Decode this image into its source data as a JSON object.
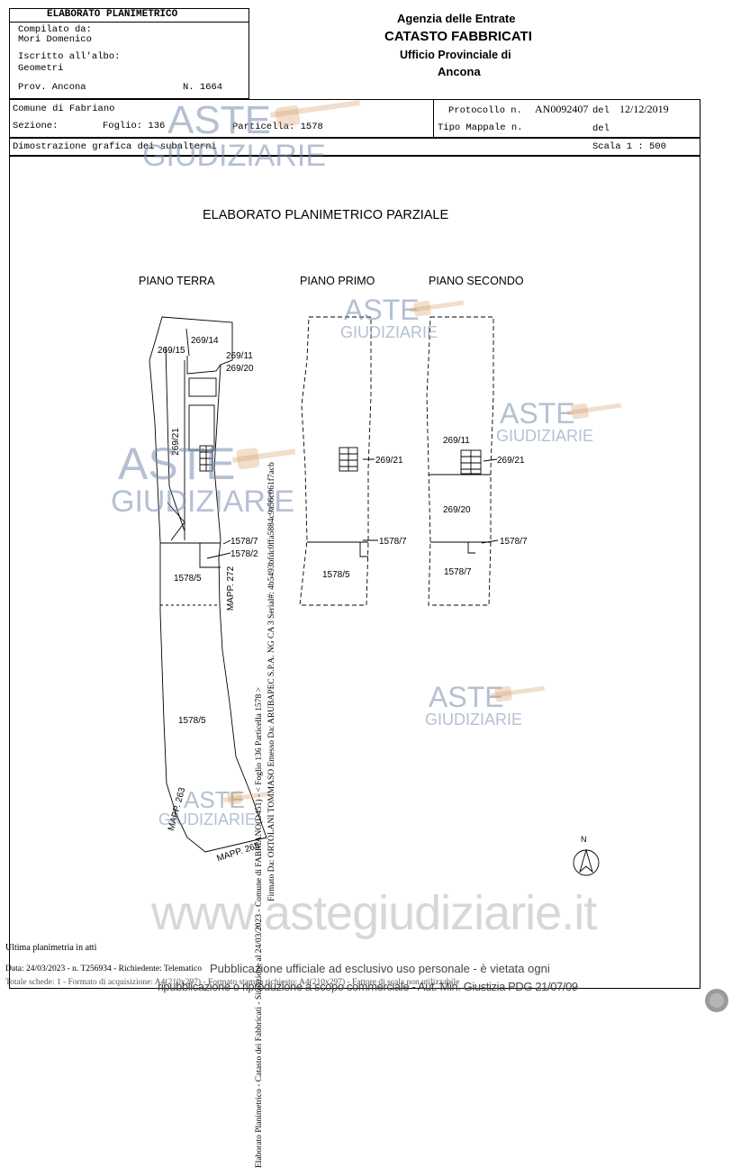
{
  "header": {
    "form_title": "ELABORATO PLANIMETRICO",
    "compilato_label": "Compilato da:",
    "compilato_value": "Mori Domenico",
    "iscritto_label": "Iscritto all'albo:",
    "iscritto_value": "Geometri",
    "prov": "Prov. Ancona",
    "numero": "N. 1664",
    "agency_line1": "Agenzia delle Entrate",
    "agency_line2": "CATASTO FABBRICATI",
    "agency_line3": "Ufficio Provinciale di",
    "agency_line4": "Ancona"
  },
  "info": {
    "comune": "Comune di Fabriano",
    "sezione_label": "Sezione:",
    "foglio": "Foglio: 136",
    "particella": "Particella: 1578",
    "protocollo_label": "Protocollo n.",
    "protocollo_value": "AN0092407",
    "protocollo_del": "del",
    "protocollo_date": "12/12/2019",
    "tipo_mappale": "Tipo Mappale n.",
    "tipo_del": "del",
    "dimostrazione": "Dimostrazione grafica dei subalterni",
    "scala": "Scala 1 : 500"
  },
  "drawing": {
    "title": "ELABORATO PLANIMETRICO PARZIALE",
    "floor_ground": "PIANO TERRA",
    "floor_first": "PIANO PRIMO",
    "floor_second": "PIANO SECONDO",
    "labels": {
      "g_269_14": "269/14",
      "g_269_15": "269/15",
      "g_269_11": "269/11",
      "g_269_20": "269/20",
      "g_269_21": "269/21",
      "g_1578_7": "1578/7",
      "g_1578_2": "1578/2",
      "g_1578_5": "1578/5",
      "g_mapp_272": "MAPP. 272",
      "g_1578_5_b": "1578/5",
      "g_mapp_263": "MAPP. 263",
      "g_mapp_265": "MAPP. 265",
      "p1_269_21": "269/21",
      "p1_1578_7": "1578/7",
      "p1_1578_5": "1578/5",
      "p2_269_11": "269/11",
      "p2_269_21": "269/21",
      "p2_269_20": "269/20",
      "p2_1578_7_a": "1578/7",
      "p2_1578_7_b": "1578/7"
    },
    "north": "N"
  },
  "footer": {
    "ultima": "Ultima planimetria in atti",
    "data_line": "Data: 24/03/2023 - n. T256934 - Richiedente: Telematico",
    "totale_line": "Totale schede: 1 - Formato di acquisizione: A4(210x297) - Formato stampa richiesto: A4(210x297) - Fattore di scala non utilizzabile",
    "publ_line1": "Pubblicazione ufficiale ad esclusivo uso personale - è vietata ogni",
    "publ_line2": "ripubblicazione o riproduzione a scopo commerciale - Aut. Min. Giustizia PDG 21/07/09",
    "website": "www.astegiudiziarie.it"
  },
  "side": {
    "line1": "Elaborato Planimetrico - Catasto dei Fabbricati - Situazione al 24/03/2023 - Comune di FABRIANO(D451) - < Foglio 136 Particella 1578 >",
    "line2": "Firmato Da: ORTOLANI TOMMASO Emesso Da: ARUBAPEC S.P.A. NG CA 3 Serial#: 4b5493bfdc0ffa5884c9a56c061f7acb"
  },
  "watermark": {
    "line1": "ASTE",
    "line2": "GIUDIZIARIE"
  }
}
